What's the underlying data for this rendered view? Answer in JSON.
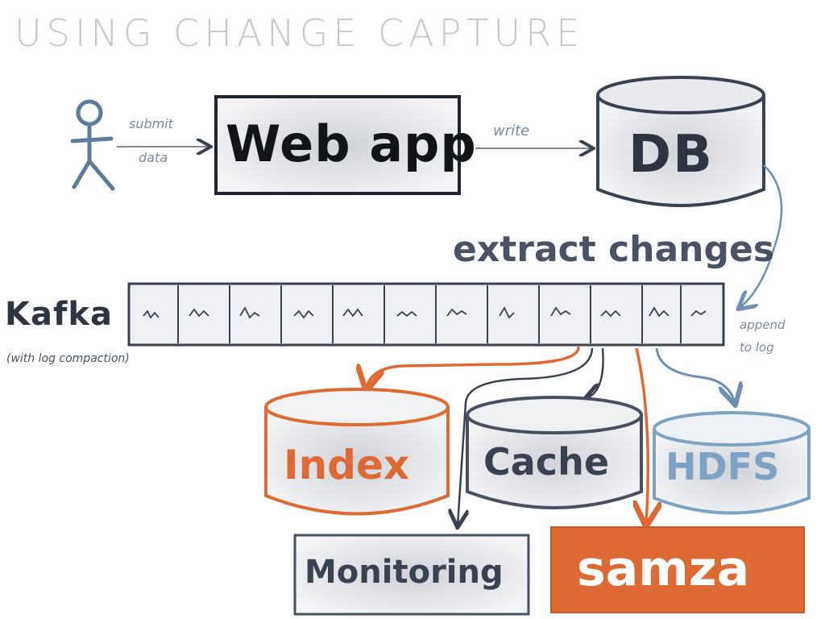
{
  "title": "USING CHANGE CAPTURE",
  "labels": {
    "submit": "submit",
    "data": "data",
    "webapp": "Web app",
    "write": "write",
    "db": "DB",
    "extract": "extract changes",
    "kafka": "Kafka",
    "kafka_note": "(with log compaction)",
    "append": "append",
    "tolog": "to log",
    "index": "Index",
    "cache": "Cache",
    "hdfs": "HDFS",
    "monitoring": "Monitoring",
    "samza": "samza"
  },
  "colors": {
    "ink": "#3a4150",
    "blue": "#6f8fb1",
    "orange": "#dd6a35",
    "hdfs": "#7fa2c2",
    "title": "#c8c8c8"
  },
  "icons": [
    "person-icon"
  ]
}
